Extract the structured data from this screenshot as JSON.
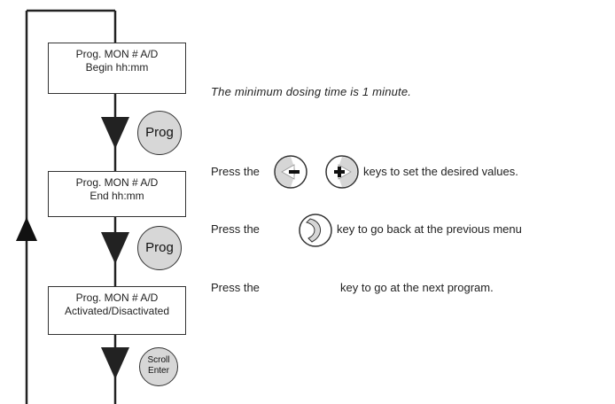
{
  "boxes": [
    {
      "line1": "Prog. MON # A/D",
      "line2": "Begin hh:mm"
    },
    {
      "line1": "Prog. MON # A/D",
      "line2": "End hh:mm"
    },
    {
      "line1": "Prog. MON # A/D",
      "line2": "Activated/Disactivated"
    }
  ],
  "keys": {
    "prog_label": "Prog",
    "scroll_line1": "Scroll",
    "scroll_line2": "Enter"
  },
  "notes": {
    "minimum_time": "The minimum dosing time is 1 minute.",
    "press_the": "Press the",
    "set_values_suffix": "keys to set the desired values.",
    "go_back_suffix": "key to go back at the previous menu",
    "next_program_suffix": "key to go at the next program."
  }
}
